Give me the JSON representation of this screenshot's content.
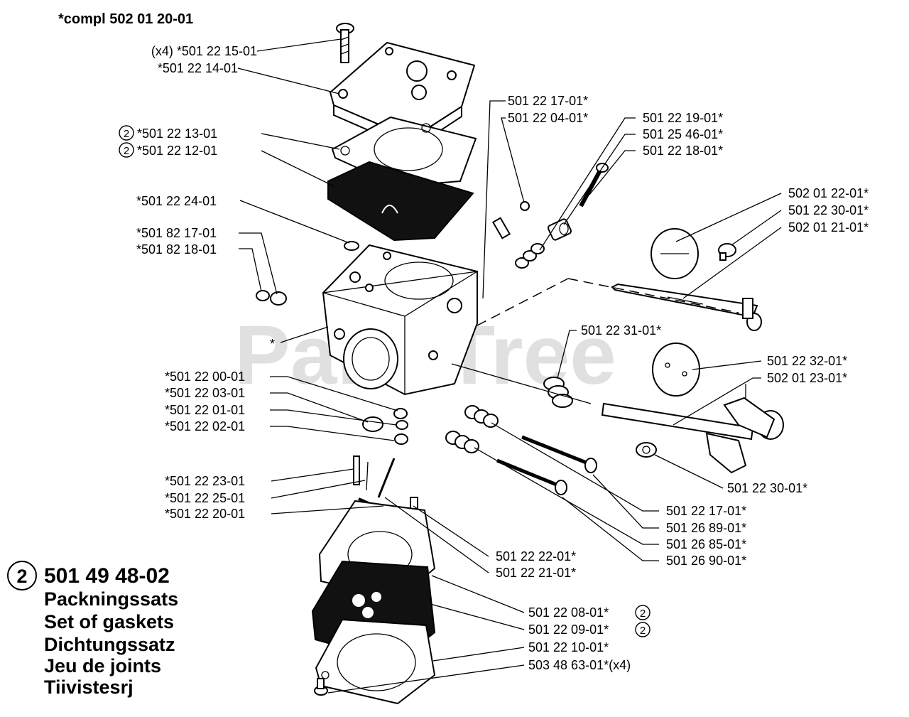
{
  "header": {
    "assembly": "*compl 502 01 20-01"
  },
  "watermark": "PartsTree",
  "callouts_left": [
    {
      "text": "(x4) *501 22 15-01"
    },
    {
      "text": "*501 22 14-01"
    },
    {
      "text": "*501 22 13-01",
      "circled": "2"
    },
    {
      "text": "*501 22 12-01",
      "circled": "2"
    },
    {
      "text": "*501 22 24-01"
    },
    {
      "text": "*501 82 17-01"
    },
    {
      "text": "*501 82 18-01"
    },
    {
      "text": "*"
    },
    {
      "text": "*501 22 00-01"
    },
    {
      "text": "*501 22 03-01"
    },
    {
      "text": "*501 22 01-01"
    },
    {
      "text": "*501 22 02-01"
    },
    {
      "text": "*501 22 23-01"
    },
    {
      "text": "*501 22 25-01"
    },
    {
      "text": "*501 22 20-01"
    }
  ],
  "callouts_right": [
    {
      "text": "501 22 17-01*"
    },
    {
      "text": "501 22 04-01*"
    },
    {
      "text": "501 22 19-01*"
    },
    {
      "text": "501 25 46-01*"
    },
    {
      "text": "501 22 18-01*"
    },
    {
      "text": "502 01 22-01*"
    },
    {
      "text": "501 22 30-01*"
    },
    {
      "text": "502 01 21-01*"
    },
    {
      "text": "501 22 31-01*"
    },
    {
      "text": "501 22 32-01*"
    },
    {
      "text": "502 01 23-01*"
    },
    {
      "text": "501 22 30-01*"
    },
    {
      "text": "501 22 17-01*"
    },
    {
      "text": "501 26 89-01*"
    },
    {
      "text": "501 26 85-01*"
    },
    {
      "text": "501 26 90-01*"
    },
    {
      "text": "501 22 22-01*"
    },
    {
      "text": "501 22 21-01*"
    },
    {
      "text": "501 22 08-01*",
      "circled": "2"
    },
    {
      "text": "501 22 09-01*",
      "circled": "2"
    },
    {
      "text": "501 22 10-01*"
    },
    {
      "text": "503 48 63-01*(x4)"
    }
  ],
  "kit": {
    "marker": "2",
    "number": "501 49 48-02",
    "names": [
      "Packningssats",
      "Set of gaskets",
      "Dichtungssatz",
      "Jeu de joints",
      "Tiivistesrj"
    ]
  }
}
